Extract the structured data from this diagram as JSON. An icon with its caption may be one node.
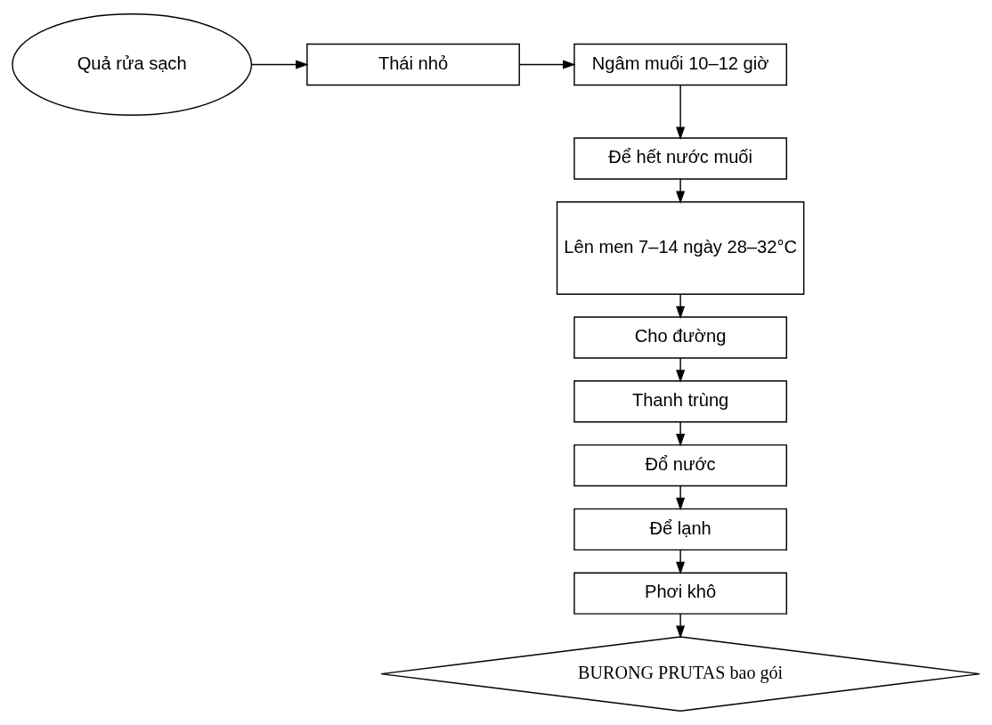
{
  "diagram": {
    "nodes": [
      {
        "text": [
          "Quả rửa sạch"
        ]
      },
      {
        "text": [
          "Thái nhỏ"
        ]
      },
      {
        "text": [
          "Ngâm muối 10–12 giờ"
        ]
      },
      {
        "text": [
          "Để hết nước muối"
        ]
      },
      {
        "text": [
          "Lên men 7–14 ngày 28–32°C"
        ]
      },
      {
        "text": [
          "Cho đường"
        ]
      },
      {
        "text": [
          "Thanh trùng"
        ]
      },
      {
        "text": [
          "Đổ nước"
        ]
      },
      {
        "text": [
          "Để lạnh"
        ]
      },
      {
        "text": [
          "Phơi khô"
        ]
      },
      {
        "text": [
          "BURONG PRUTAS bao gói"
        ]
      }
    ],
    "edges": [
      {
        "from": 0,
        "to": 1,
        "arrow": "to"
      },
      {
        "from": 1,
        "to": 2,
        "arrow": "to"
      },
      {
        "from": 2,
        "to": 3,
        "arrow": "to"
      },
      {
        "from": 3,
        "to": 4,
        "arrow": "to"
      },
      {
        "from": 4,
        "to": 5,
        "arrow": "to"
      },
      {
        "from": 5,
        "to": 6,
        "arrow": "to"
      },
      {
        "from": 6,
        "to": 7,
        "arrow": "to"
      },
      {
        "from": 7,
        "to": 8,
        "arrow": "to"
      },
      {
        "from": 8,
        "to": 9,
        "arrow": "to"
      },
      {
        "from": 9,
        "to": 10,
        "arrow": "to"
      }
    ]
  }
}
